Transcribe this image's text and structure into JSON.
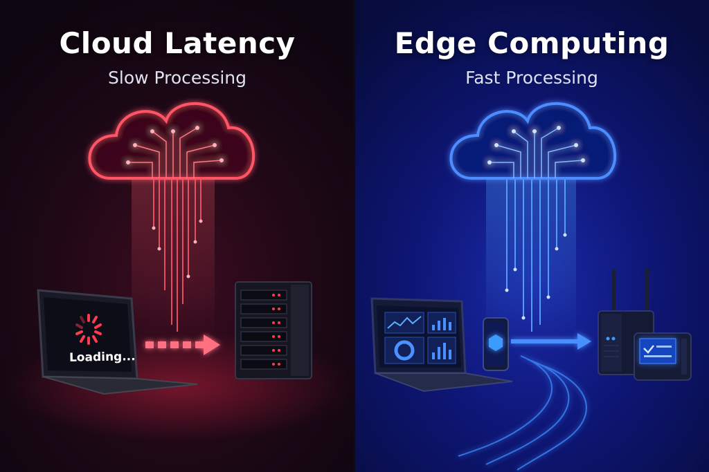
{
  "left_panel": {
    "title": "Cloud Latency",
    "subtitle": "Slow Processing",
    "laptop_status": "Loading...",
    "accent_color": "#ff3b52"
  },
  "right_panel": {
    "title": "Edge Computing",
    "subtitle": "Fast Processing",
    "accent_color": "#3d7bff"
  },
  "icons": [
    "cloud-circuit-icon",
    "laptop-icon",
    "server-icon",
    "arrow-icon",
    "phone-icon",
    "router-icon",
    "dashboard-device-icon"
  ]
}
